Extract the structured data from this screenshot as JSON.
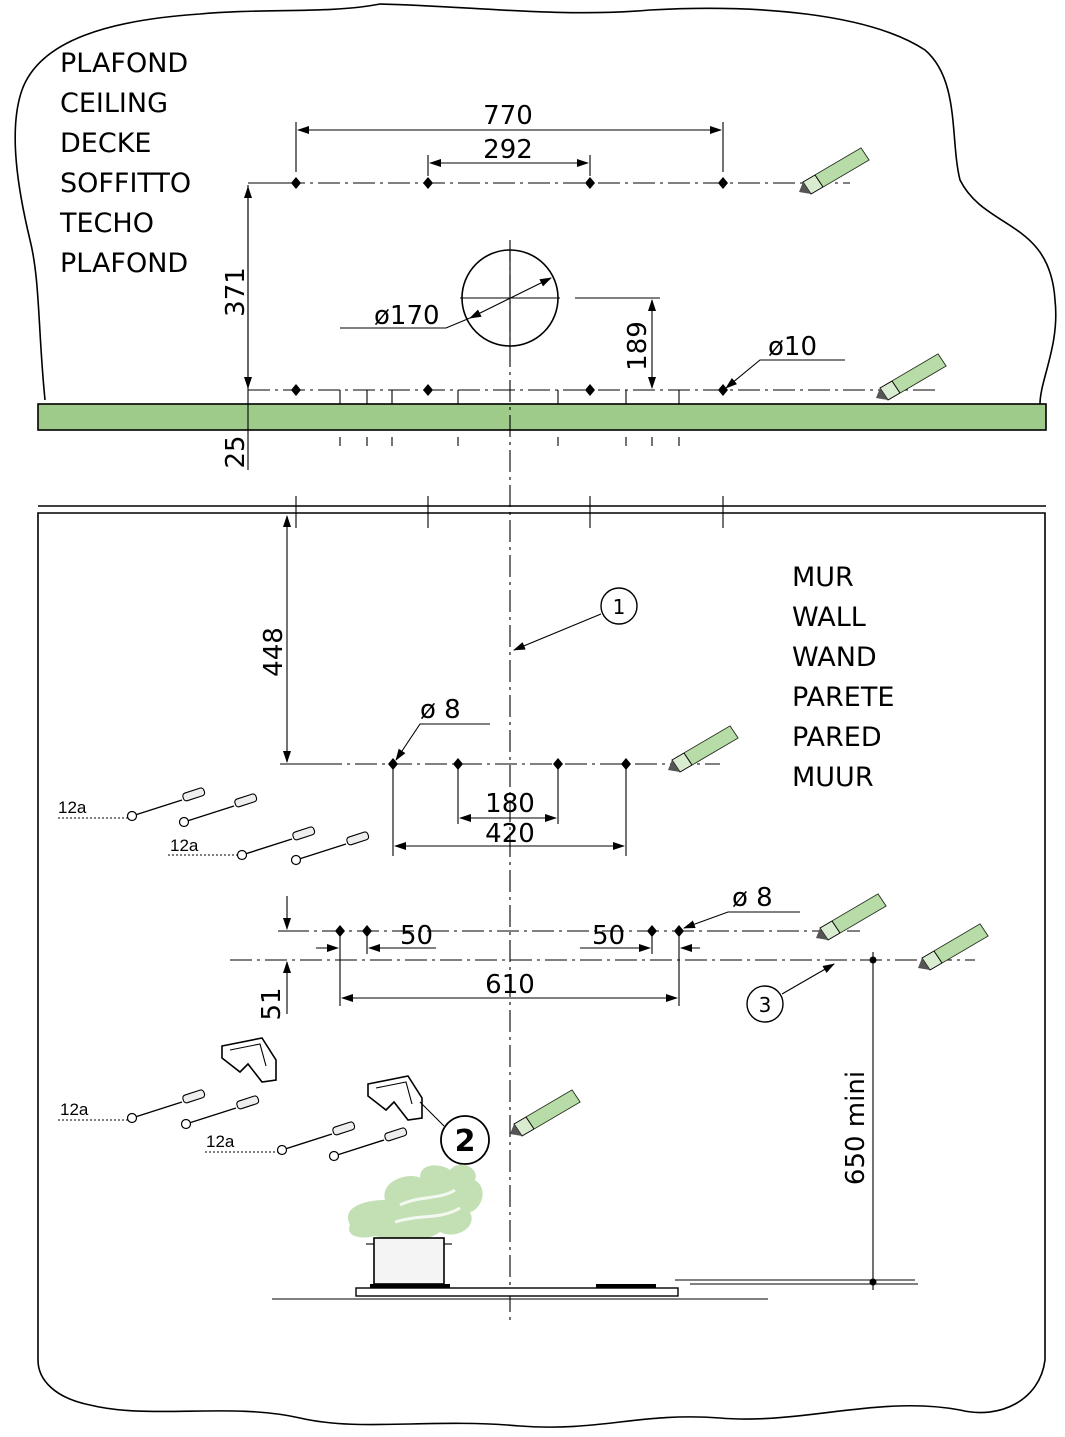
{
  "ceiling_labels": [
    "PLAFOND",
    "CEILING",
    "DECKE",
    "SOFFITTO",
    "TECHO",
    "PLAFOND"
  ],
  "wall_labels": [
    "MUR",
    "WALL",
    "WAND",
    "PARETE",
    "PARED",
    "MUUR"
  ],
  "dimensions": {
    "ceiling_width": "770",
    "ceiling_inner": "292",
    "ceiling_depth": "371",
    "duct_diameter": "ø170",
    "duct_offset": "189",
    "ceiling_hole": "ø10",
    "ceiling_thickness": "25",
    "wall_height": "448",
    "wall_hole_upper": "ø 8",
    "wall_inner": "180",
    "wall_outer": "420",
    "wall_hole_lower": "ø 8",
    "bracket_left_offset": "50",
    "bracket_right_offset": "50",
    "bracket_width": "610",
    "bracket_drop": "51",
    "hob_clearance": "650 mini"
  },
  "callouts": {
    "axis": "1",
    "bracket": "2",
    "bottom_line": "3"
  },
  "fixing_labels": [
    "12a",
    "12a",
    "12a",
    "12a"
  ],
  "colors": {
    "ceiling_band": "#9ecb8a",
    "pencil_body": "#d9ecd0",
    "pencil_shade": "#9ccf87",
    "steam": "#b7dba6"
  }
}
